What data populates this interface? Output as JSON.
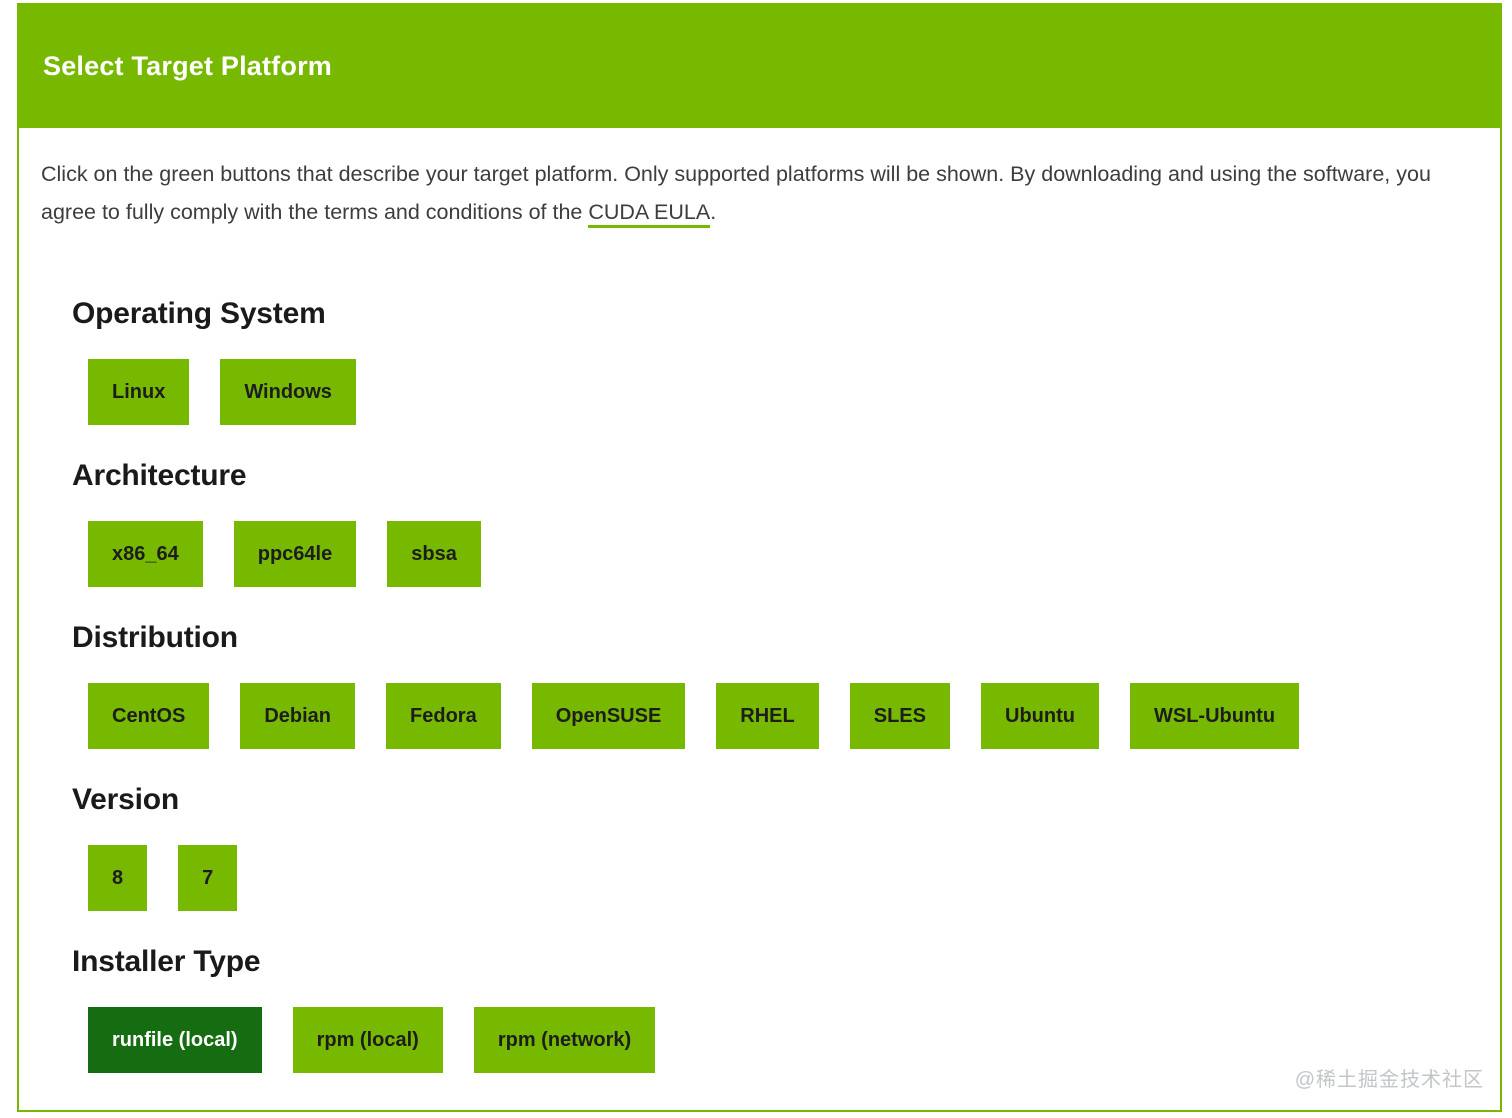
{
  "panel": {
    "title": "Select Target Platform",
    "description": {
      "before_link": "Click on the green buttons that describe your target platform. Only supported platforms will be shown. By downloading and using the software, you agree to fully comply with the terms and conditions of the ",
      "link_text": "CUDA EULA",
      "after_link": "."
    },
    "watermark": "@稀土掘金技术社区"
  },
  "colors": {
    "nvidia_green": "#76b900",
    "selected_green": "#166c10",
    "header_text": "#ffffff",
    "button_text": "#1d1d1d"
  },
  "sections": [
    {
      "id": "operating-system",
      "label": "Operating System",
      "options": [
        {
          "label": "Linux",
          "selected": false
        },
        {
          "label": "Windows",
          "selected": false
        }
      ]
    },
    {
      "id": "architecture",
      "label": "Architecture",
      "options": [
        {
          "label": "x86_64",
          "selected": false
        },
        {
          "label": "ppc64le",
          "selected": false
        },
        {
          "label": "sbsa",
          "selected": false
        }
      ]
    },
    {
      "id": "distribution",
      "label": "Distribution",
      "options": [
        {
          "label": "CentOS",
          "selected": false
        },
        {
          "label": "Debian",
          "selected": false
        },
        {
          "label": "Fedora",
          "selected": false
        },
        {
          "label": "OpenSUSE",
          "selected": false
        },
        {
          "label": "RHEL",
          "selected": false
        },
        {
          "label": "SLES",
          "selected": false
        },
        {
          "label": "Ubuntu",
          "selected": false
        },
        {
          "label": "WSL-Ubuntu",
          "selected": false
        }
      ]
    },
    {
      "id": "version",
      "label": "Version",
      "options": [
        {
          "label": "8",
          "selected": false
        },
        {
          "label": "7",
          "selected": false
        }
      ]
    },
    {
      "id": "installer-type",
      "label": "Installer Type",
      "options": [
        {
          "label": "runfile (local)",
          "selected": true
        },
        {
          "label": "rpm (local)",
          "selected": false
        },
        {
          "label": "rpm (network)",
          "selected": false
        }
      ]
    }
  ]
}
